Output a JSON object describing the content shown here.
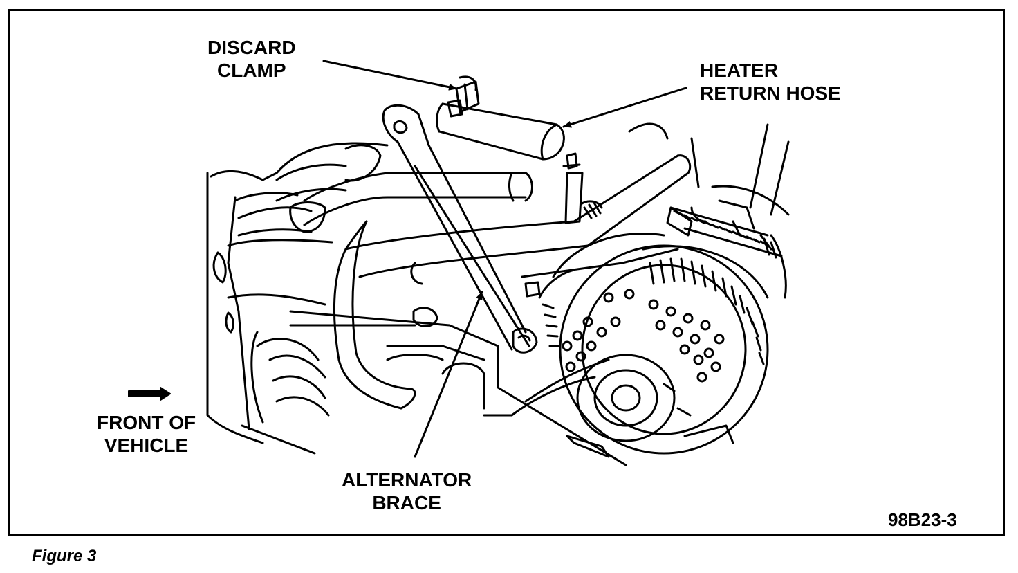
{
  "labels": {
    "discard_clamp": [
      "DISCARD",
      "CLAMP"
    ],
    "heater_return_hose": [
      "HEATER",
      "RETURN HOSE"
    ],
    "front_of_vehicle": [
      "FRONT OF",
      "VEHICLE"
    ],
    "alternator_brace": [
      "ALTERNATOR",
      "BRACE"
    ],
    "figure_code": "98B23-3"
  },
  "caption": "Figure 3"
}
